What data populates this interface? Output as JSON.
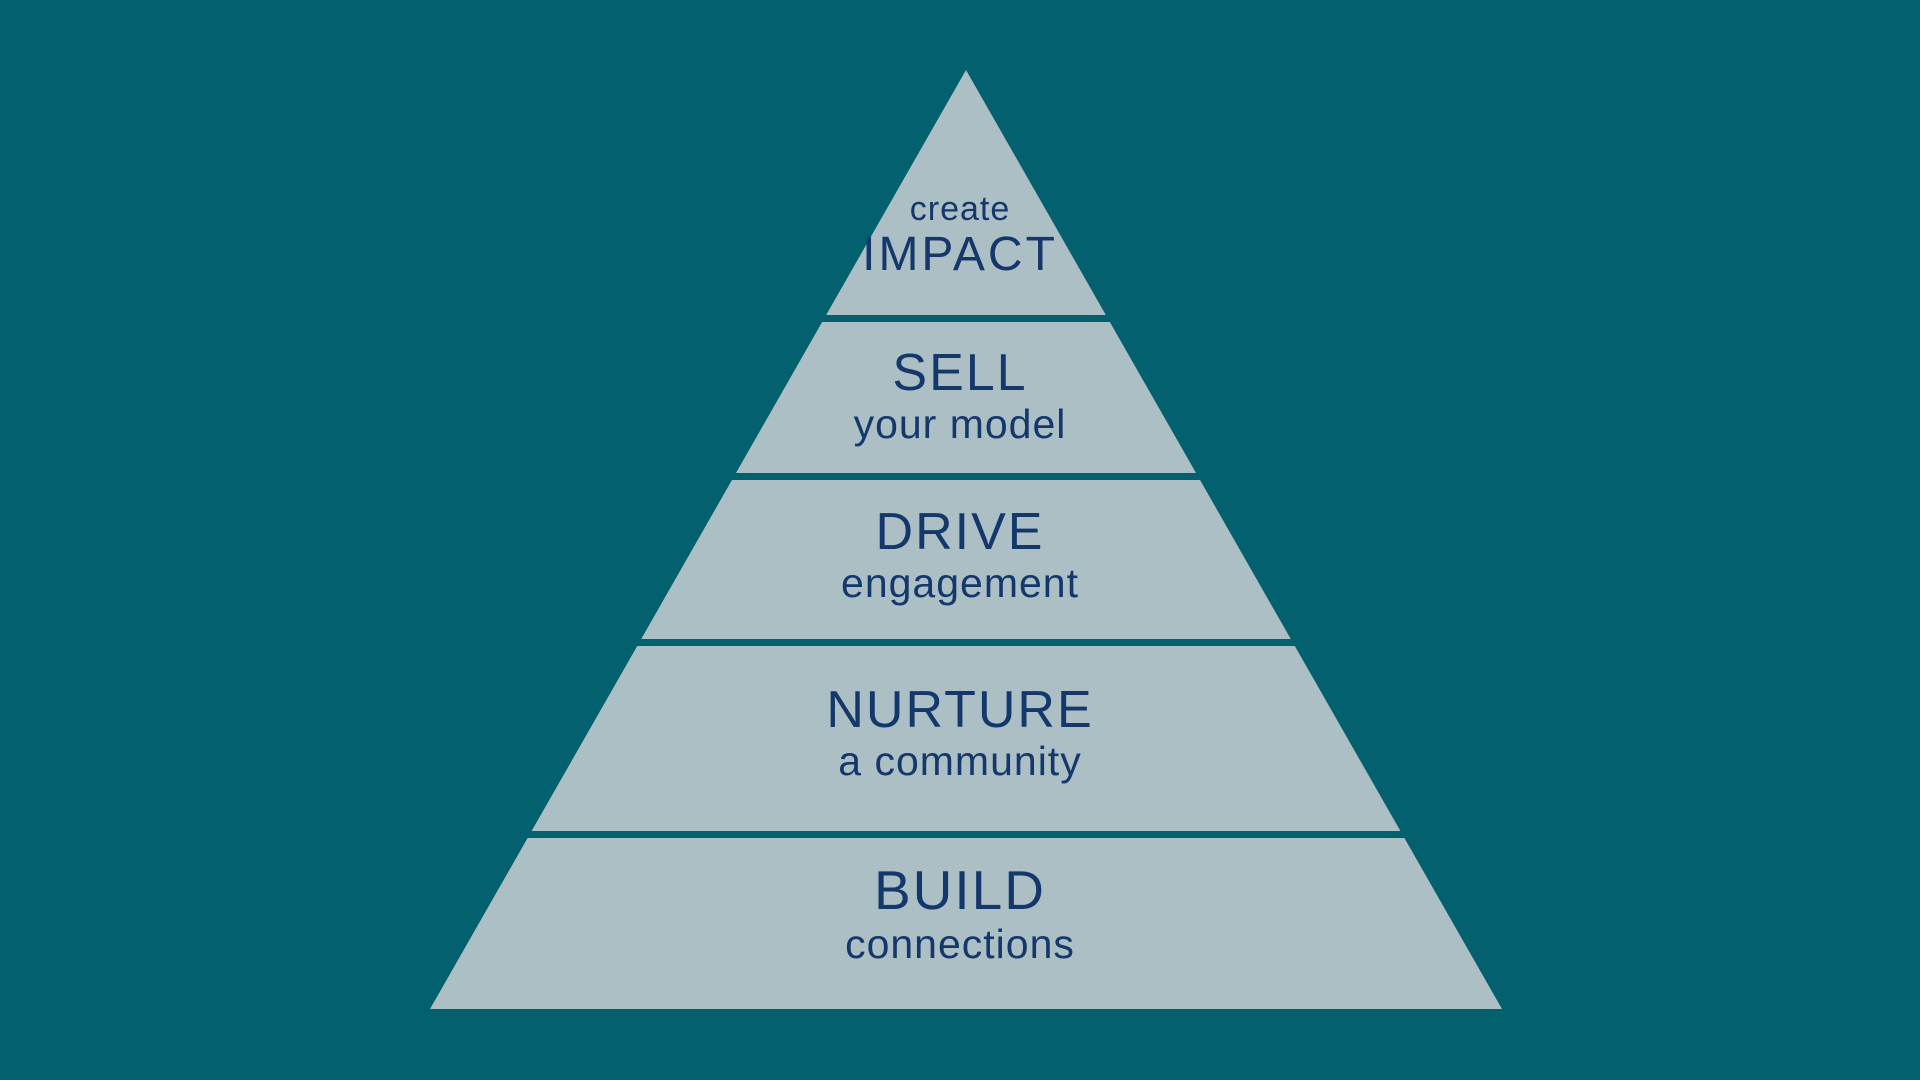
{
  "diagram": {
    "type": "pyramid",
    "levels": [
      {
        "id": "impact",
        "sub": "create",
        "main": "IMPACT"
      },
      {
        "id": "sell",
        "main": "SELL",
        "sub": "your model"
      },
      {
        "id": "drive",
        "main": "DRIVE",
        "sub": "engagement"
      },
      {
        "id": "nurture",
        "main": "NURTURE",
        "sub": "a community"
      },
      {
        "id": "build",
        "main": "BUILD",
        "sub": "connections"
      }
    ]
  },
  "colors": {
    "background": "#03606E",
    "pyramid": "#ABBFC5",
    "text": "#14386B"
  }
}
